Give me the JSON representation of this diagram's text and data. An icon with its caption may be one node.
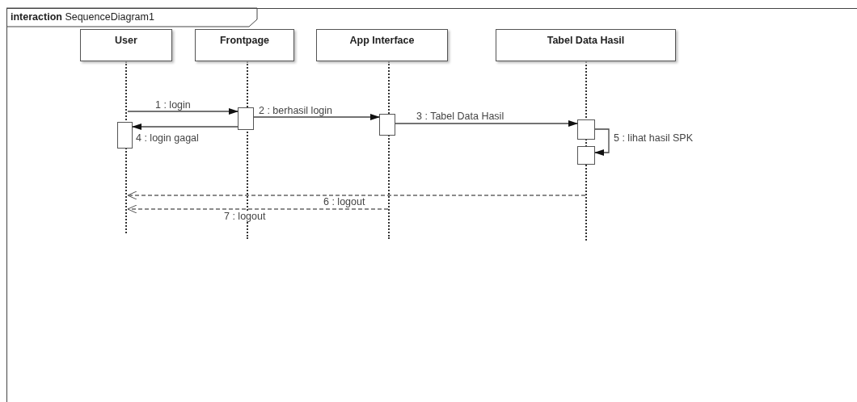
{
  "diagram": {
    "nodes": [
      {
        "text": [
          "**interaction** SequenceDiagram1"
        ]
      },
      {
        "text": [
          "User"
        ],
        "in": 0
      },
      {
        "text": [
          "Frontpage"
        ],
        "in": 0
      },
      {
        "text": [
          "App Interface"
        ],
        "in": 0
      },
      {
        "text": [
          "Tabel Data Hasil"
        ],
        "in": 0
      },
      {
        "text": [],
        "shape": "line",
        "in": 0
      },
      {
        "text": [],
        "shape": "line",
        "in": 0
      },
      {
        "text": [],
        "shape": "line",
        "in": 0
      },
      {
        "text": [],
        "shape": "line",
        "in": 0
      },
      {
        "text": [],
        "shape": "bar",
        "in": 0
      },
      {
        "text": [],
        "shape": "bar",
        "in": 0
      },
      {
        "text": [],
        "shape": "bar",
        "in": 0
      },
      {
        "text": [],
        "shape": "bar",
        "in": 0
      },
      {
        "text": [],
        "shape": "bar",
        "in": 0
      }
    ],
    "edges": [
      {
        "from": 5,
        "to": 10,
        "arrow": "to",
        "label": "1 : login"
      },
      {
        "from": 10,
        "to": 11,
        "arrow": "to",
        "label": "2 : berhasil login"
      },
      {
        "from": 11,
        "to": 12,
        "arrow": "to",
        "label": "3 : Tabel Data Hasil"
      },
      {
        "from": 10,
        "to": 9,
        "arrow": "to",
        "label": "4 : login gagal"
      },
      {
        "from": 12,
        "to": 13,
        "arrow": "to",
        "label": "5 : lihat hasil SPK"
      },
      {
        "from": 8,
        "to": 5,
        "arrow": "to",
        "label": "6 : logout",
        "style": "dashed"
      },
      {
        "from": 7,
        "to": 5,
        "arrow": "to",
        "label": "7 : logout",
        "style": "dashed"
      }
    ]
  }
}
